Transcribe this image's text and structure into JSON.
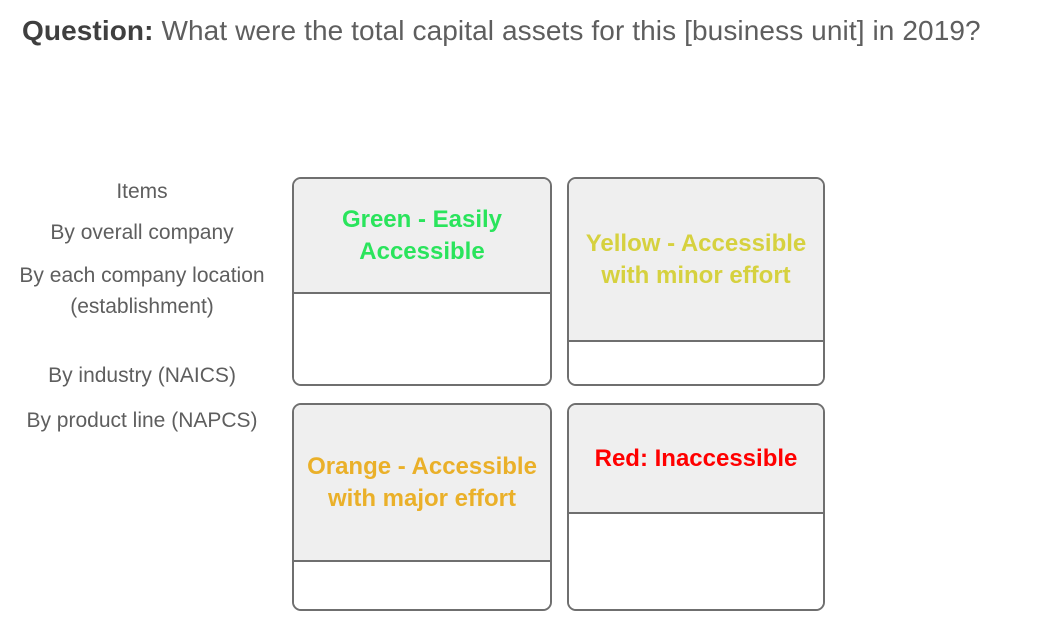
{
  "question": {
    "label": "Question",
    "separator": ":",
    "text": "What were the total capital assets for this [business unit] in 2019?"
  },
  "row_labels": [
    {
      "id": "items",
      "text": "Items"
    },
    {
      "id": "by-overall-company",
      "text": "By overall company"
    },
    {
      "id": "by-each-company-location",
      "text": "By each company location (establishment)"
    },
    {
      "id": "by-industry-naics",
      "text": "By industry (NAICS)"
    },
    {
      "id": "by-product-line-napcs",
      "text": "By product line (NAPCS)"
    }
  ],
  "quadrants": [
    {
      "id": "green",
      "title": "Green - Easily Accessible",
      "color": "#2AE45C",
      "entries": ""
    },
    {
      "id": "yellow",
      "title": "Yellow - Accessible with minor effort",
      "color": "#D6D13F",
      "entries": ""
    },
    {
      "id": "orange",
      "title": "Orange - Accessible with major effort",
      "color": "#EAB029",
      "entries": ""
    },
    {
      "id": "red",
      "title": "Red: Inaccessible",
      "color": "#FF0000",
      "entries": ""
    }
  ],
  "theme": {
    "header_fill": "#EFEFEF",
    "border": "#6F6F6F",
    "body_fill": "#FFFFFF",
    "text": "#5E5E5E",
    "question_label": "#3F3F3F"
  }
}
